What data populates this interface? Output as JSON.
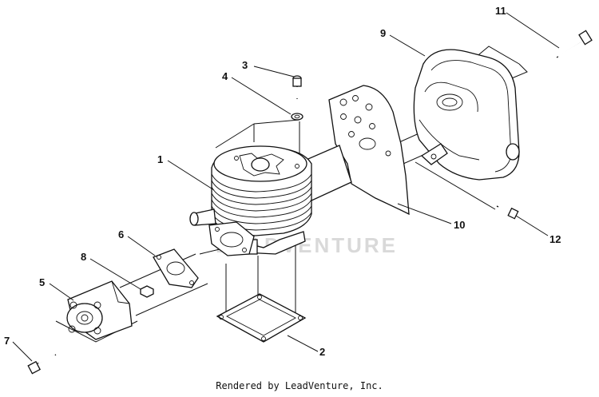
{
  "watermark": "LEADVENTURE",
  "footer": "Rendered by LeadVenture, Inc.",
  "callouts": {
    "c1": "1",
    "c2": "2",
    "c3": "3",
    "c4": "4",
    "c5": "5",
    "c6": "6",
    "c7": "7",
    "c8": "8",
    "c9": "9",
    "c10": "10",
    "c11": "11",
    "c12": "12"
  },
  "parts": [
    {
      "id": "1",
      "name": "cylinder"
    },
    {
      "id": "2",
      "name": "base-gasket"
    },
    {
      "id": "3",
      "name": "screw"
    },
    {
      "id": "4",
      "name": "washer"
    },
    {
      "id": "5",
      "name": "intake-adapter"
    },
    {
      "id": "6",
      "name": "intake-gasket"
    },
    {
      "id": "7",
      "name": "screw"
    },
    {
      "id": "8",
      "name": "nut"
    },
    {
      "id": "9",
      "name": "muffler"
    },
    {
      "id": "10",
      "name": "heat-shield"
    },
    {
      "id": "11",
      "name": "muffler-bolt"
    },
    {
      "id": "12",
      "name": "screw"
    }
  ]
}
